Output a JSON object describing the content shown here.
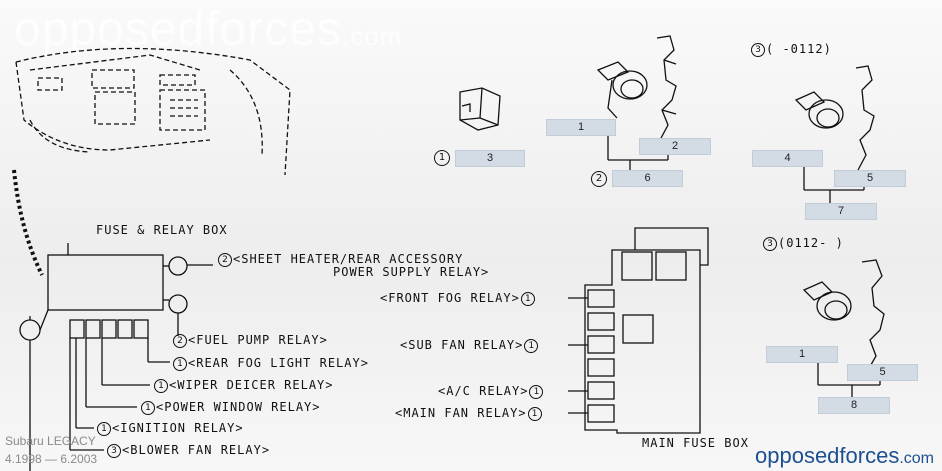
{
  "watermark": {
    "name": "opposedforces",
    "tld": ".com"
  },
  "brand": {
    "name": "opposedforces",
    "tld": ".com"
  },
  "model": {
    "name": "Subaru LEGACY",
    "years": "4.1998 — 6.2003"
  },
  "titles": {
    "fuse_relay_box": "FUSE & RELAY BOX",
    "main_fuse_box": "MAIN FUSE BOX"
  },
  "left_relays": [
    {
      "num": "2",
      "text": "<SHEET HEATER/REAR ACCESSORY"
    },
    {
      "num": "",
      "text": "POWER SUPPLY RELAY>"
    },
    {
      "num": "2",
      "text": "<FUEL PUMP RELAY>"
    },
    {
      "num": "1",
      "text": "<REAR FOG LIGHT RELAY>"
    },
    {
      "num": "1",
      "text": "<WIPER DEICER RELAY>"
    },
    {
      "num": "1",
      "text": "<POWER WINDOW RELAY>"
    },
    {
      "num": "1",
      "text": "<IGNITION RELAY>"
    },
    {
      "num": "3",
      "text": "<BLOWER FAN RELAY>"
    }
  ],
  "main_relays": [
    {
      "num": "1",
      "text": "<FRONT FOG RELAY>"
    },
    {
      "num": "1",
      "text": "<SUB FAN RELAY>"
    },
    {
      "num": "1",
      "text": "<A/C RELAY>"
    },
    {
      "num": "1",
      "text": "<MAIN FAN RELAY>"
    }
  ],
  "relay_types": {
    "t1": {
      "num": "1",
      "box": "3"
    },
    "t2": {
      "num": "2",
      "box_a": "1",
      "box_b": "2",
      "box_c": "6"
    },
    "t3a": {
      "num": "3",
      "range": "(  -0112)",
      "box_a": "4",
      "box_b": "5",
      "box_c": "7"
    },
    "t3b": {
      "num": "3",
      "range": "(0112-   )",
      "box_a": "1",
      "box_b": "5",
      "box_c": "8"
    }
  },
  "colors": {
    "callout_fill": "#d3dbe4",
    "brand_blue": "#1d4f91",
    "line": "#111111"
  }
}
